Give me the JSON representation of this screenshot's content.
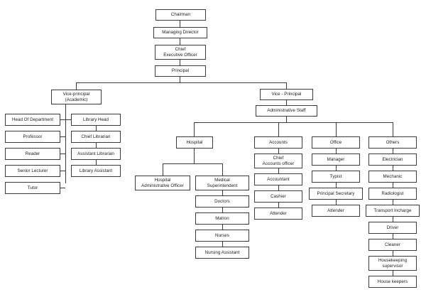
{
  "chart_data": {
    "type": "diagram",
    "title": "Organizational Hierarchy Chart",
    "diagram_kind": "org-chart",
    "orientation": "top-down",
    "node_count": 45,
    "nodes": {
      "chairman": "Chairman",
      "managing_director": "Managing Director",
      "ceo": "Chief\nExecutive Officer",
      "principal": "Principal",
      "vice_principal_academic": "Vice-principal\n(Academic)",
      "vice_principal": "Vice - Principal",
      "administrative_staff": "Administrative Staff",
      "head_of_department": "Head Of Department",
      "professor": "Professor",
      "reader": "Reader",
      "senior_lecturer": "Senior Lecturer",
      "tutor": "Tutor",
      "library_head": "Library Head",
      "chief_librarian": "Chief Librarian",
      "assistant_librarian": "Assistant Librarian",
      "library_assistant": "Library Assistant",
      "hospital": "Hospital",
      "hospital_admin_officer": "Hospital\nAdministrative Officer",
      "medical_superintendent": "Medical\nSuperintendent",
      "doctors": "Doctors",
      "matron": "Matron",
      "nurses": "Nurses",
      "nursing_assistant": "Nursing Assistant",
      "accounts": "Accounts",
      "chief_accounts_officer": "Chief\nAccounts officer",
      "accountant": "Accountant",
      "cashier": "Cashier",
      "accounts_attender": "Attender",
      "office": "Office",
      "manager": "Manager",
      "typist": "Typist",
      "principal_secretary": "Principal Secretary",
      "office_attender": "Attender",
      "others": "Others",
      "electrician": "Electrician",
      "mechanic": "Mechanic",
      "radiologist": "Radiologist",
      "transport_incharge": "Transport Incharge",
      "driver": "Driver",
      "cleaner": "Cleaner",
      "housekeeping_supervisor": "Housekeeping\nsupervisor",
      "house_keepers": "House keepers"
    },
    "branches": {
      "executive_chain": [
        "Chairman",
        "Managing Director",
        "Chief Executive Officer",
        "Principal"
      ],
      "academic_teaching": [
        "Head Of Department",
        "Professor",
        "Reader",
        "Senior Lecturer",
        "Tutor"
      ],
      "academic_library": [
        "Library Head",
        "Chief Librarian",
        "Assistant Librarian",
        "Library Assistant"
      ],
      "hospital": [
        "Hospital",
        "Hospital Administrative Officer",
        "Medical Superintendent",
        "Doctors",
        "Matron",
        "Nurses",
        "Nursing Assistant"
      ],
      "accounts": [
        "Accounts",
        "Chief Accounts officer",
        "Accountant",
        "Cashier",
        "Attender"
      ],
      "office": [
        "Office",
        "Manager",
        "Typist",
        "Principal Secretary",
        "Attender"
      ],
      "others": [
        "Others",
        "Electrician",
        "Mechanic",
        "Radiologist",
        "Transport Incharge",
        "Driver",
        "Cleaner",
        "Housekeeping supervisor",
        "House keepers"
      ]
    },
    "edges": [
      [
        "Chairman",
        "Managing Director"
      ],
      [
        "Managing Director",
        "Chief Executive Officer"
      ],
      [
        "Chief Executive Officer",
        "Principal"
      ],
      [
        "Principal",
        "Vice-principal (Academic)"
      ],
      [
        "Principal",
        "Vice - Principal"
      ],
      [
        "Vice - Principal",
        "Administrative Staff"
      ],
      [
        "Vice-principal (Academic)",
        "Head Of Department"
      ],
      [
        "Vice-principal (Academic)",
        "Professor"
      ],
      [
        "Vice-principal (Academic)",
        "Reader"
      ],
      [
        "Vice-principal (Academic)",
        "Senior Lecturer"
      ],
      [
        "Vice-principal (Academic)",
        "Tutor"
      ],
      [
        "Vice-principal (Academic)",
        "Library Head"
      ],
      [
        "Library Head",
        "Chief Librarian"
      ],
      [
        "Chief Librarian",
        "Assistant Librarian"
      ],
      [
        "Assistant Librarian",
        "Library Assistant"
      ],
      [
        "Administrative Staff",
        "Hospital"
      ],
      [
        "Administrative Staff",
        "Accounts"
      ],
      [
        "Administrative Staff",
        "Office"
      ],
      [
        "Administrative Staff",
        "Others"
      ],
      [
        "Hospital",
        "Hospital Administrative Officer"
      ],
      [
        "Hospital",
        "Medical Superintendent"
      ],
      [
        "Medical Superintendent",
        "Doctors"
      ],
      [
        "Doctors",
        "Matron"
      ],
      [
        "Matron",
        "Nurses"
      ],
      [
        "Nurses",
        "Nursing Assistant"
      ],
      [
        "Accounts",
        "Chief Accounts officer"
      ],
      [
        "Chief Accounts officer",
        "Accountant"
      ],
      [
        "Accountant",
        "Cashier"
      ],
      [
        "Cashier",
        "Attender"
      ],
      [
        "Office",
        "Manager"
      ],
      [
        "Manager",
        "Typist"
      ],
      [
        "Typist",
        "Principal Secretary"
      ],
      [
        "Principal Secretary",
        "Attender"
      ],
      [
        "Others",
        "Electrician"
      ],
      [
        "Electrician",
        "Mechanic"
      ],
      [
        "Mechanic",
        "Radiologist"
      ],
      [
        "Radiologist",
        "Transport Incharge"
      ],
      [
        "Transport Incharge",
        "Driver"
      ],
      [
        "Driver",
        "Cleaner"
      ],
      [
        "Cleaner",
        "Housekeeping supervisor"
      ],
      [
        "Housekeeping supervisor",
        "House keepers"
      ]
    ],
    "colors": {
      "background": "#ffffff",
      "node_fill": "#ffffff",
      "node_border": "#3a3a3a",
      "connector": "#3a3a3a",
      "text": "#1a1a1a"
    }
  }
}
